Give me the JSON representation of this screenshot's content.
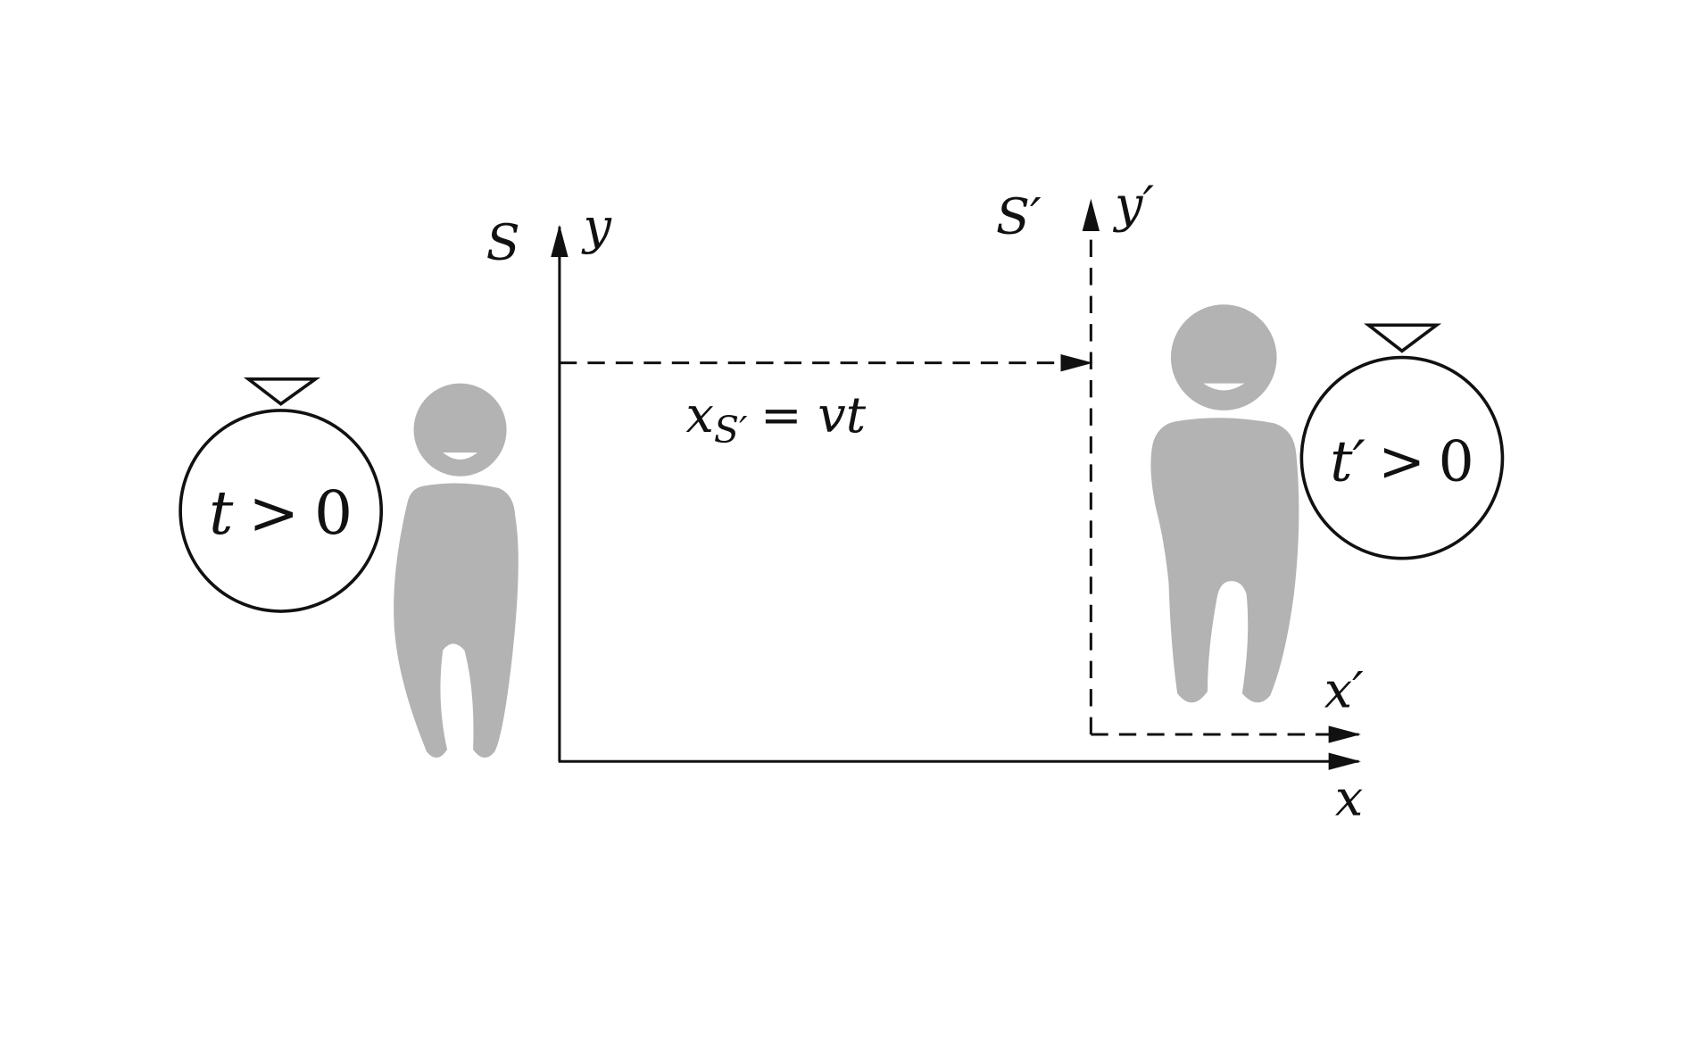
{
  "frame_s": {
    "name": "S",
    "x_axis": "x",
    "y_axis": "y"
  },
  "frame_s_prime": {
    "name": "S′",
    "x_axis": "x′",
    "y_axis": "y′"
  },
  "displacement": {
    "var": "x",
    "sub": "S′",
    "rhs": "= vt"
  },
  "clock_left": {
    "var": "t",
    "rel": ">",
    "val": "0"
  },
  "clock_right": {
    "var": "t′",
    "rel": ">",
    "val": "0"
  },
  "colors": {
    "figure": "#b3b3b3",
    "line": "#111111"
  }
}
